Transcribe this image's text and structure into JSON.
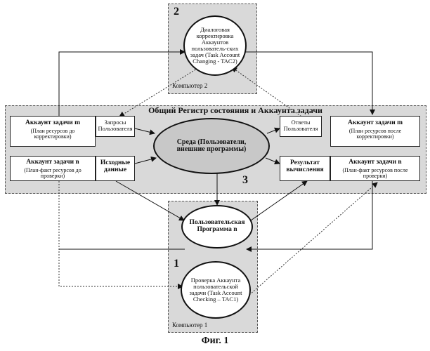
{
  "computer2": {
    "number": "2",
    "ellipse_text": "Диалоговая корректировка Аккаунтов пользователь-ских задач (Task Account Changing - TAC2)",
    "label": "Компьютер 2"
  },
  "registry": {
    "title": "Общий Регистр состояния и Аккаунта задачи",
    "number": "3",
    "center_ellipse": "Среда (Пользователи, внешние программы)",
    "left_top_box": {
      "title": "Аккаунт задачи m",
      "subtitle": "(План ресурсов до корректировки)"
    },
    "left_top_small": "Запросы Пользователя",
    "left_bottom_box": {
      "title": "Аккаунт задачи n",
      "subtitle": "(План-факт ресурсов до проверки)"
    },
    "left_bottom_small": "Исходные данные",
    "right_top_small": "Ответы Пользователя",
    "right_top_box": {
      "title": "Аккаунт задачи m",
      "subtitle": "(План ресурсов после корректировки)"
    },
    "right_bottom_small": "Результат вычисления",
    "right_bottom_box": {
      "title": "Аккаунт задачи n",
      "subtitle": "(План-факт ресурсов после проверки)"
    }
  },
  "user_program": "Пользовательская Программа n",
  "computer1": {
    "number": "1",
    "ellipse_text": "Проверка Аккаунта пользовательской задачи (Task Account Checking – TAC1)",
    "label": "Компьютер 1"
  },
  "figure_caption": "Фиг. 1"
}
